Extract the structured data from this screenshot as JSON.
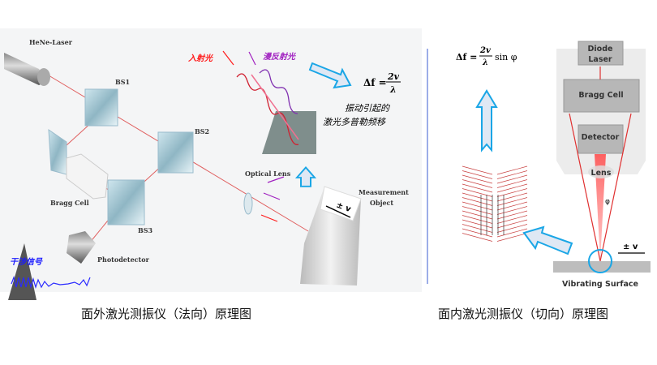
{
  "left_panel": {
    "labels": {
      "laser": "HeNe-Laser",
      "bs1": "BS1",
      "bs2": "BS2",
      "bs3": "BS3",
      "bragg": "Bragg Cell",
      "photodetector": "Photodetector",
      "lens": "Optical Lens",
      "object_line1": "Measurement",
      "object_line2": "Object",
      "velocity": "± v",
      "incident": "入射光",
      "scattered": "漫反射光",
      "signal": "干涉信号",
      "shift_line1": "振动引起的",
      "shift_line2": "激光多普勒频移"
    },
    "formula": {
      "lhs": "Δf =",
      "num": "2v",
      "den": "λ"
    },
    "caption": "面外激光测振仪（法向）原理图"
  },
  "right_panel": {
    "formula": {
      "lhs": "Δf =",
      "num": "2v",
      "den": "λ",
      "tail": "sin φ"
    },
    "labels": {
      "diode_line1": "Diode",
      "diode_line2": "Laser",
      "bragg": "Bragg Cell",
      "detector": "Detector",
      "lens": "Lens",
      "angle": "φ",
      "velocity": "± v",
      "surface": "Vibrating Surface"
    },
    "caption": "面内激光测振仪（切向）原理图"
  },
  "colors": {
    "beam": "#e04848",
    "arrow": "#1aa6e6",
    "incident": "#ff1a1a",
    "scattered": "#a020c0",
    "signal": "#1a1aff"
  }
}
